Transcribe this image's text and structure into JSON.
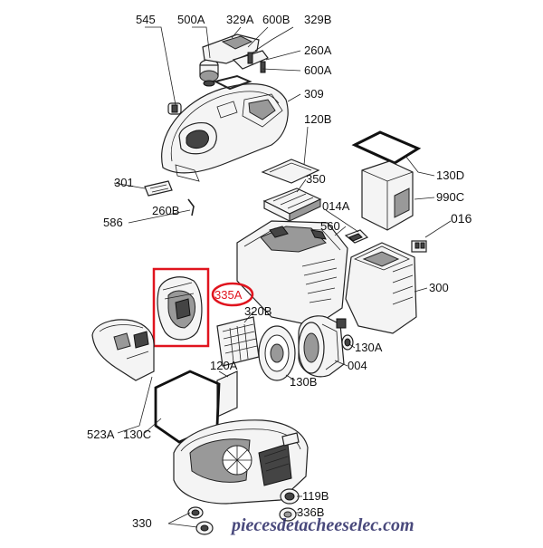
{
  "labels": {
    "p545": "545",
    "p500A": "500A",
    "p329A": "329A",
    "p600B": "600B",
    "p329B": "329B",
    "p260A": "260A",
    "p600A": "600A",
    "p309": "309",
    "p120B": "120B",
    "p130D": "130D",
    "p350": "350",
    "p990C": "990C",
    "p301": "301",
    "p260B": "260B",
    "p014A": "014A",
    "p016": "016",
    "p586": "586",
    "p560": "560",
    "p335A": "335A",
    "p300": "300",
    "p320B": "320B",
    "p130A": "130A",
    "p120A": "120A",
    "p004": "004",
    "p130B": "130B",
    "p523A": "523A",
    "p130C": "130C",
    "p119B": "119B",
    "p336B": "336B",
    "p330": "330"
  },
  "highlight": {
    "box_color": "#e0141e",
    "circle_color": "#e0141e"
  },
  "watermark": {
    "text": "piecesdetacheeselec.com",
    "color": "#2a2a66"
  }
}
